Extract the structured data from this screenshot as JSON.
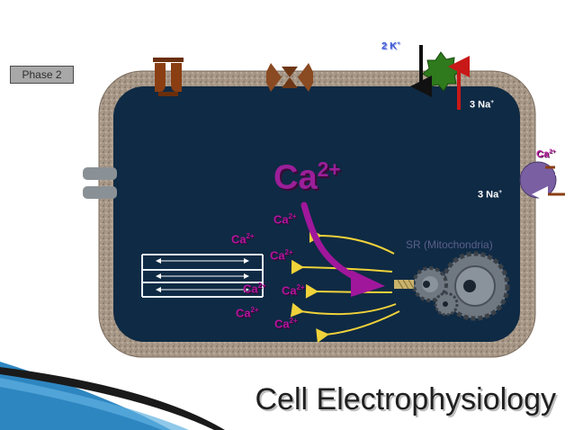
{
  "phase_label": "Phase 2",
  "title": "Cell Electrophysiology",
  "ions": {
    "pump_k": "2 K",
    "pump_k_sup": "+",
    "pump_na": "3 Na",
    "pump_na_sup": "+",
    "exchanger_na": "3 Na",
    "exchanger_na_sup": "+",
    "exchanger_ca": "Ca",
    "exchanger_ca_sup": "2+"
  },
  "big_ca": {
    "text": "Ca",
    "sup": "2+"
  },
  "small_ca": [
    {
      "text": "Ca",
      "sup": "2+"
    },
    {
      "text": "Ca",
      "sup": "2+"
    },
    {
      "text": "Ca",
      "sup": "2+"
    },
    {
      "text": "Ca",
      "sup": "2+"
    },
    {
      "text": "Ca",
      "sup": "2+"
    },
    {
      "text": "Ca",
      "sup": "2+"
    },
    {
      "text": "Ca",
      "sup": "2+"
    }
  ],
  "sr_label": "SR (Mitochondria)",
  "colors": {
    "cytoplasm": "#0f2a44",
    "membrane": "#a49586",
    "calcium": "#a0179c",
    "arrow_yellow": "#f0d23a",
    "pump": "#2e7a1c",
    "exchanger": "#7a5fa3",
    "channel_brown": "#8a3e12"
  }
}
